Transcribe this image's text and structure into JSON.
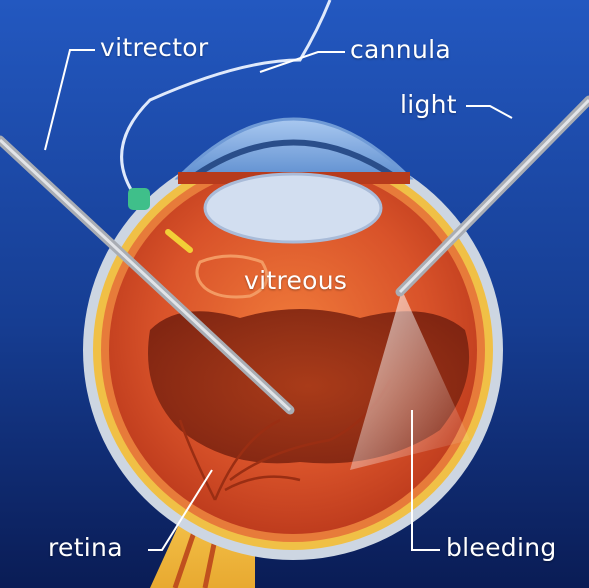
{
  "labels": {
    "vitrector": "vitrector",
    "cannula": "cannula",
    "light": "light",
    "vitreous": "vitreous",
    "retina": "retina",
    "bleeding": "bleeding"
  },
  "colors": {
    "background_top": "#1f4fb0",
    "background_bottom": "#0b1f5c",
    "eye_outer": "#c8d2df",
    "retina_layer": "#f2c24a",
    "vitreous_fill": "#d8512a",
    "bleeding": "#8e2a12",
    "cornea": "#8fb3e6",
    "lens": "#c8d7ee",
    "instrument": "#b9bcc2",
    "optic_nerve": "#f6c64e"
  }
}
